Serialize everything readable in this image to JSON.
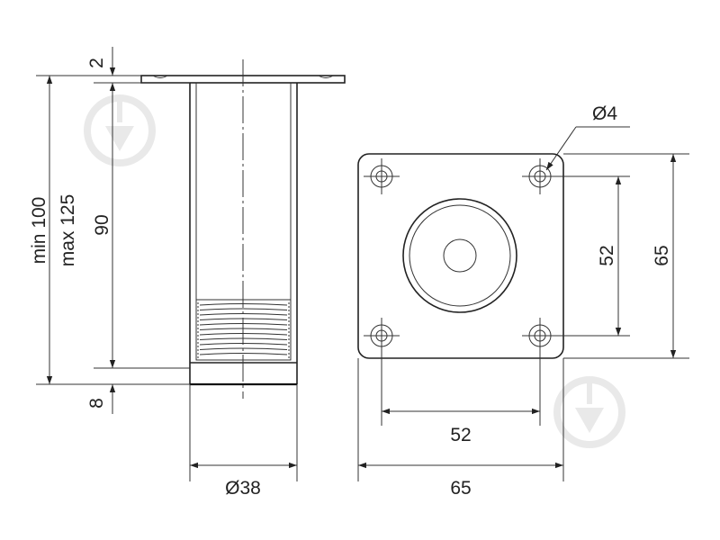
{
  "dimensions": {
    "top_gap": "2",
    "bottom_gap": "8",
    "height_min": "min 100",
    "height_max": "max 125",
    "height_tube": "90",
    "leg_diameter": "Ø38",
    "hole_diameter": "Ø4",
    "hole_spacing_vertical": "52",
    "plate_height": "65",
    "hole_spacing_horizontal": "52",
    "plate_width": "65"
  },
  "colors": {
    "line": "#222222",
    "watermark": "#e6e6e6"
  },
  "icons": {
    "watermark": "watermark-logo-icon"
  }
}
